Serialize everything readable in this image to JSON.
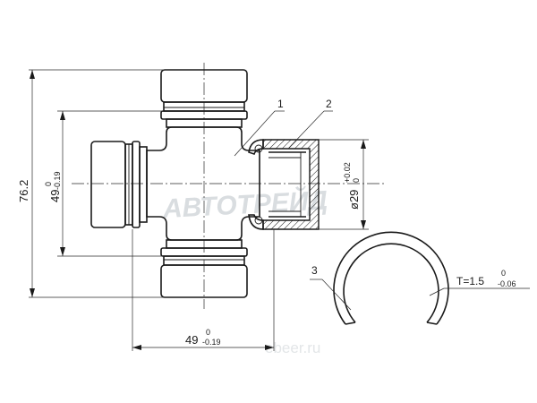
{
  "watermark": {
    "brand": "АВТОТРЕЙД",
    "site": "ebeer.ru"
  },
  "callouts": {
    "part1": "1",
    "part2": "2",
    "part3": "3"
  },
  "dimensions": {
    "overall_height": "76.2",
    "vertical_span_nominal": "49",
    "vertical_span_upper_dev": "0",
    "vertical_span_lower_dev": "-0.19",
    "horizontal_span_nominal": "49",
    "horizontal_span_upper_dev": "0",
    "horizontal_span_lower_dev": "-0.19",
    "cup_diameter_nominal": "ø29",
    "cup_diameter_upper_dev": "+0.02",
    "cup_diameter_lower_dev": "0",
    "clip_thickness_nominal": "T=1.5",
    "clip_thickness_upper_dev": "0",
    "clip_thickness_lower_dev": "-0.06"
  },
  "colors": {
    "line": "#1a1a1a",
    "watermark": "#d9dde0"
  }
}
